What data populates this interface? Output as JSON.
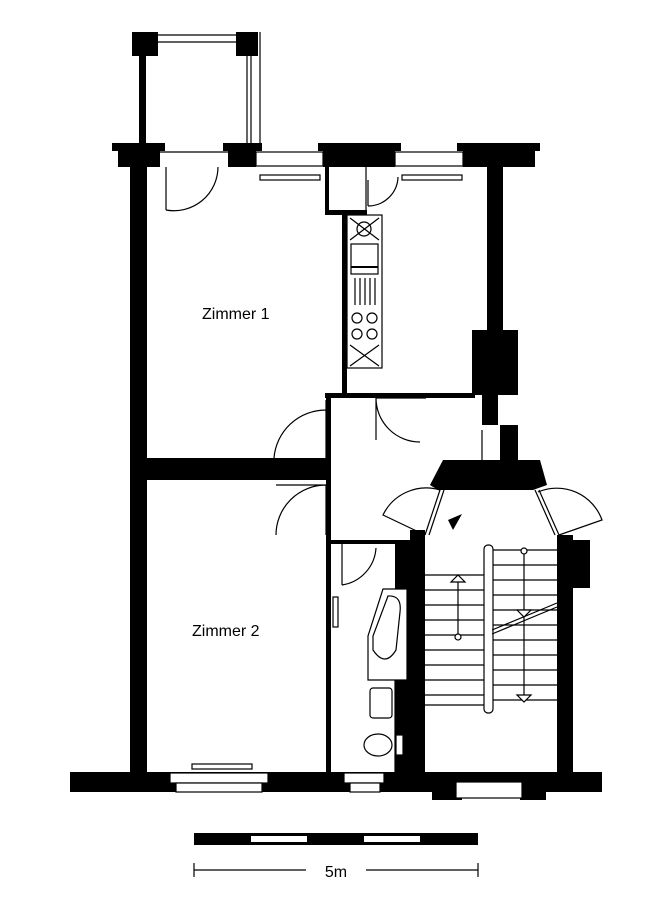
{
  "plan": {
    "rooms": [
      {
        "name": "Zimmer 1"
      },
      {
        "name": "Zimmer 2"
      }
    ],
    "scale": {
      "label": "5m"
    }
  },
  "colors": {
    "wall": "#000000",
    "background": "#ffffff"
  }
}
